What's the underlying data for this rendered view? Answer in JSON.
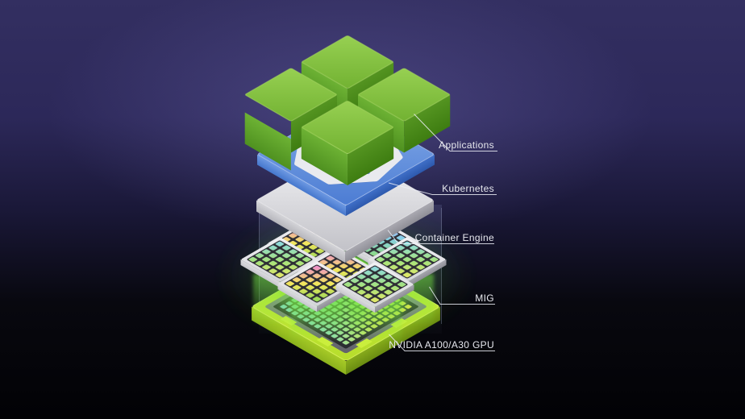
{
  "scene": {
    "labels": {
      "applications": "Applications",
      "kubernetes": "Kubernetes",
      "container_engine": "Container Engine",
      "mig": "MIG",
      "gpu": "NVIDIA A100/A30 GPU"
    },
    "stack_layers_top_to_bottom": [
      "Applications",
      "Kubernetes",
      "Container Engine",
      "MIG",
      "NVIDIA A100/A30 GPU"
    ],
    "application_cubes_shown": 4,
    "mig_instances_shown": 7,
    "icons": {
      "kubernetes_logo": "kubernetes-helm-wheel-icon"
    },
    "colors": {
      "nvidia_green": "#76b900",
      "kubernetes_blue": "#4e7ed2",
      "container_silver": "#d9d9de",
      "gpu_board_lime": "#c9ee33",
      "mig_glow_green": "#52cc2e",
      "die_cyan": "#88d7e8",
      "die_yellow": "#ffe94b",
      "die_pink": "#ee85da",
      "background_top": "#332f61",
      "background_bottom": "#020205",
      "label_text": "#e6e7ed"
    }
  }
}
